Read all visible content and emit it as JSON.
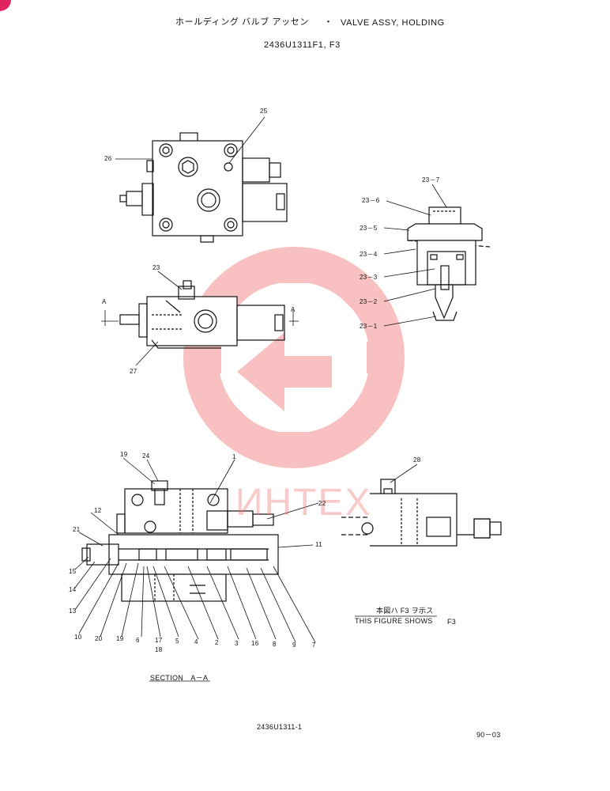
{
  "header": {
    "title_jp": "ホールディング バルブ アッセン",
    "separator": "・",
    "title_en": "VALVE ASSY, HOLDING",
    "part_no": "2436U1311F1, F3"
  },
  "watermark": {
    "text": "ИНТЕХ",
    "color": "#f06a6a"
  },
  "callouts": {
    "c25": "25",
    "c26": "26",
    "c23": "23",
    "c27": "27",
    "secA_left": "A",
    "secA_right": "A",
    "c23_7": "23－7",
    "c23_6": "23－6",
    "c23_5": "23－5",
    "c23_4": "23－4",
    "c23_3": "23－3",
    "c23_2": "23－2",
    "c23_1": "23－1",
    "c19a": "19",
    "c24": "24",
    "c1": "1",
    "c12": "12",
    "c21": "21",
    "c22": "22",
    "c11": "11",
    "c15": "15",
    "c14": "14",
    "c13": "13",
    "c10": "10",
    "c20": "20",
    "c19b": "19",
    "c6": "6",
    "c17": "17",
    "c18": "18",
    "c5": "5",
    "c4": "4",
    "c2": "2",
    "c3": "3",
    "c16": "16",
    "c8": "8",
    "c9": "9",
    "c7": "7",
    "c28": "28"
  },
  "notes": {
    "figure_jp": "本図ハ F3 ヲ示ス",
    "figure_en": "THIS FIGURE SHOWS",
    "figure_en_suffix": "F3",
    "section": "SECTION　A－A"
  },
  "footer": {
    "drawing_no": "2436U1311-1",
    "page": "90－03"
  }
}
